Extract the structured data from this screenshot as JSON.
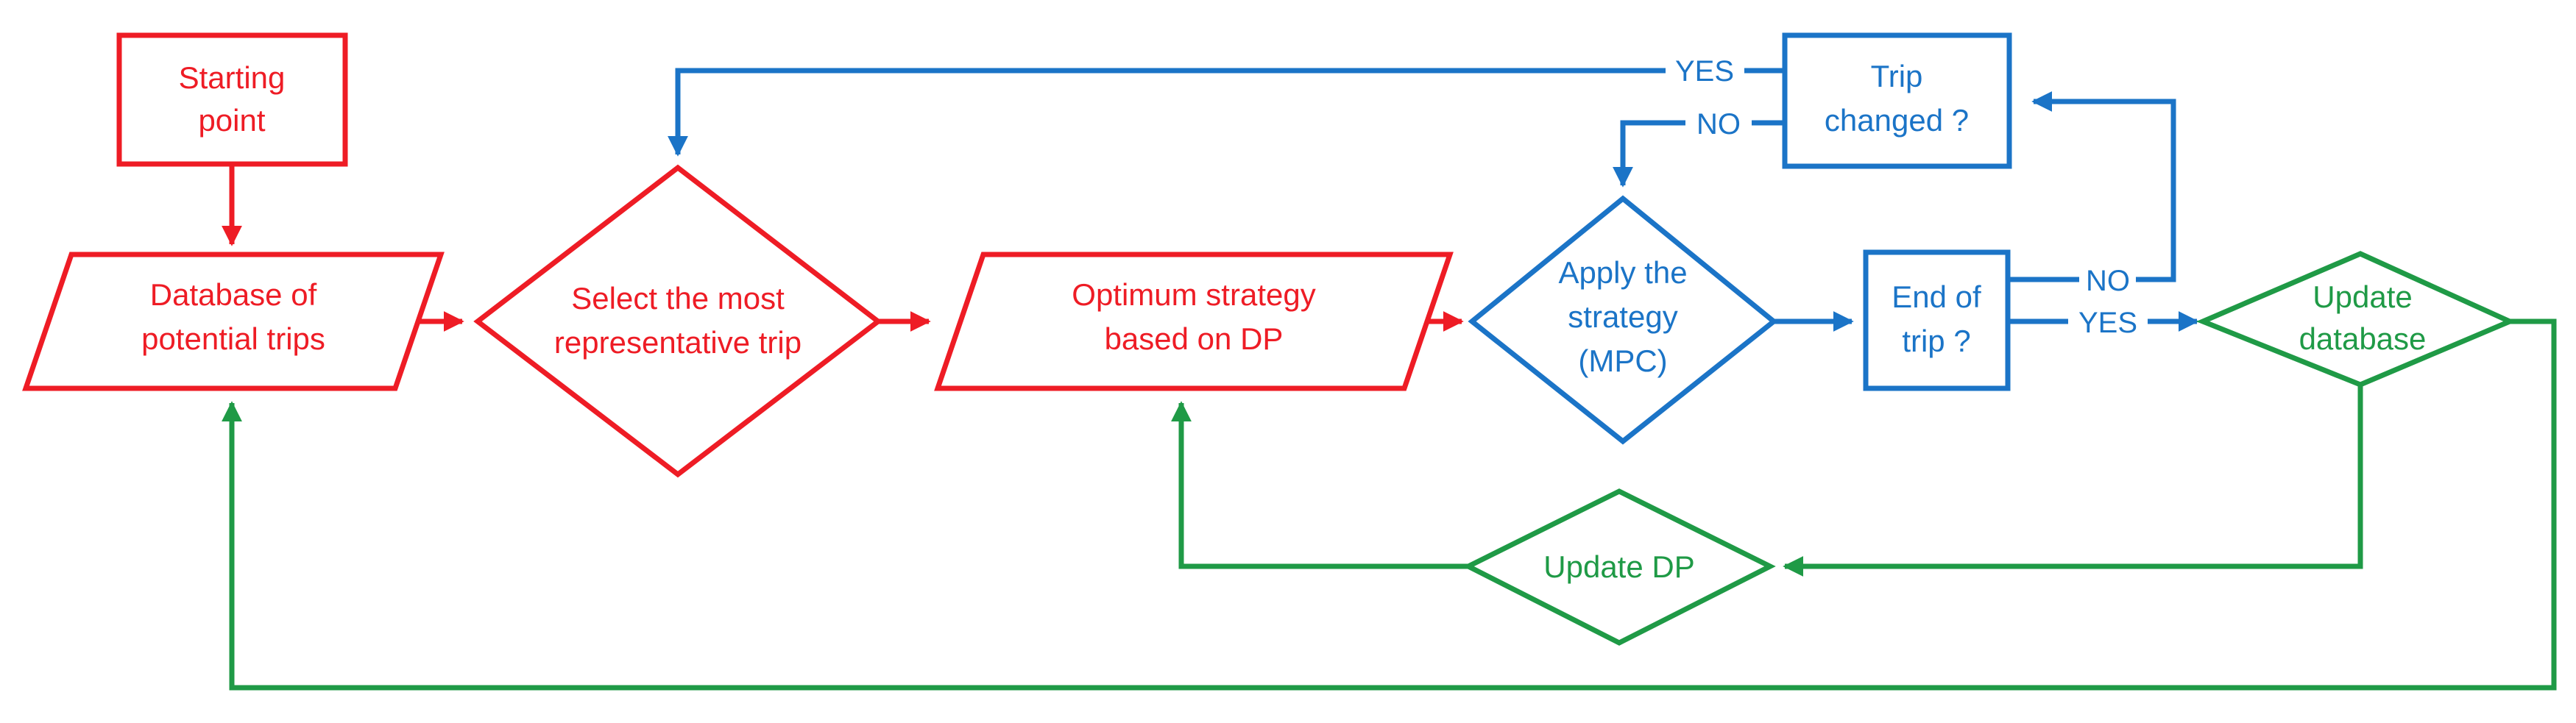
{
  "colors": {
    "red": "#ee1c25",
    "blue": "#1b74c7",
    "green": "#1f9a46"
  },
  "nodes": {
    "start": {
      "line1": "Starting",
      "line2": "point"
    },
    "database": {
      "line1": "Database of",
      "line2": "potential trips"
    },
    "select": {
      "line1": "Select the most",
      "line2": "representative trip"
    },
    "optimum": {
      "line1": "Optimum strategy",
      "line2": "based on DP"
    },
    "apply": {
      "line1": "Apply the",
      "line2": "strategy",
      "line3": "(MPC)"
    },
    "end_trip": {
      "line1": "End of",
      "line2": "trip ?"
    },
    "trip_changed": {
      "line1": "Trip",
      "line2": "changed ?"
    },
    "update_db": {
      "line1": "Update",
      "line2": "database"
    },
    "update_dp": {
      "line1": "Update DP"
    }
  },
  "edge_labels": {
    "yes_top": "YES",
    "no_top": "NO",
    "no_right": "NO",
    "yes_right": "YES"
  }
}
